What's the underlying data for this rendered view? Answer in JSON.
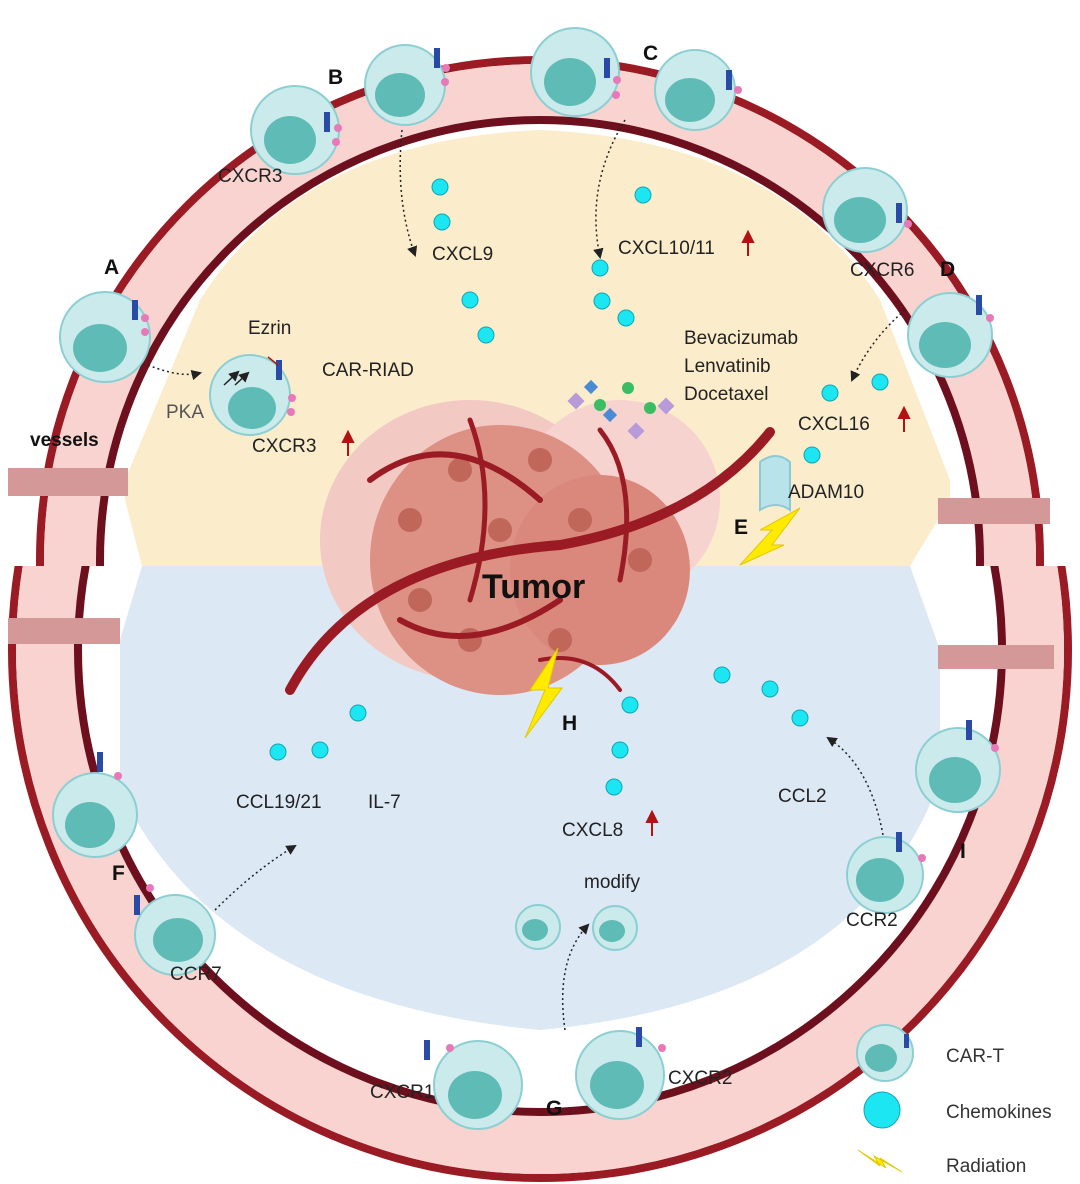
{
  "labels": {
    "tumor": "Tumor",
    "vessels": "vessels",
    "panels": [
      "A",
      "B",
      "C",
      "D",
      "E",
      "F",
      "G",
      "H",
      "I"
    ],
    "receptors": {
      "cxcr3_b": "CXCR3",
      "cxcr3_a": "CXCR3",
      "cxcr6": "CXCR6",
      "ccr7": "CCR7",
      "cxcr1": "CXCR1",
      "cxcr2": "CXCR2",
      "ccr2": "CCR2"
    },
    "chemokines": {
      "cxcl9": "CXCL9",
      "cxcl10_11": "CXCL10/11",
      "cxcl16": "CXCL16",
      "ccl19_21": "CCL19/21",
      "il7": "IL-7",
      "cxcl8": "CXCL8",
      "ccl2": "CCL2"
    },
    "mechanisms": {
      "ezrin": "Ezrin",
      "car_riad": "CAR-RIAD",
      "pka": "PKA",
      "adam10": "ADAM10",
      "modify": "modify"
    },
    "drugs": [
      "Bevacizumab",
      "Lenvatinib",
      "Docetaxel"
    ]
  },
  "legend": {
    "car_t": "CAR-T",
    "chemokines": "Chemokines",
    "radiation": "Radiation"
  },
  "colors": {
    "vessel_wall": "#9b1b25",
    "vessel_fill": "#f8d3cf",
    "upper_bg": "#fbeccb",
    "lower_bg": "#dde8f5",
    "cell_outer": "#cbeaec",
    "cell_nucleus": "#5fbbb5",
    "chemokine": "#1ce6f2",
    "radiation": "#ffea00",
    "up_arrow": "#b31212",
    "tumor": "#d98a7e"
  }
}
